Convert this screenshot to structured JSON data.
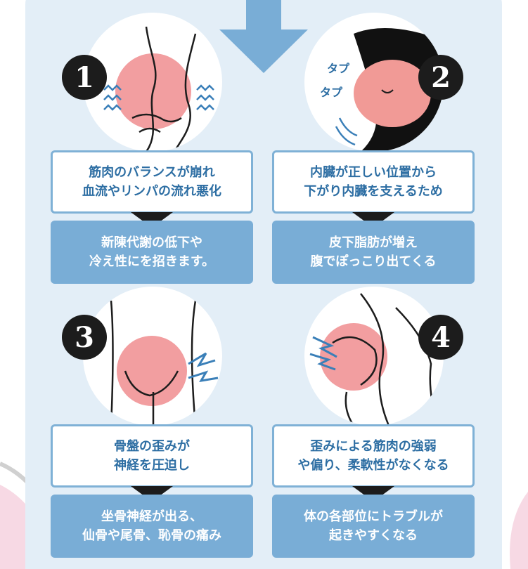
{
  "items": [
    {
      "number": "1",
      "cause_line1": "筋肉のバランスが崩れ",
      "cause_line2": "血流やリンパの流れ悪化",
      "result_line1": "新陳代謝の低下や",
      "result_line2": "冷え性にを招きます。"
    },
    {
      "number": "2",
      "cause_line1": "内臓が正しい位置から",
      "cause_line2": "下がり内臓を支えるため",
      "result_line1": "皮下脂肪が増え",
      "result_line2": "腹でぽっこり出てくる",
      "sound1": "タプ",
      "sound2": "タプ"
    },
    {
      "number": "3",
      "cause_line1": "骨盤の歪みが",
      "cause_line2": "神経を圧迫し",
      "result_line1": "坐骨神経が出る、",
      "result_line2": "仙骨や尾骨、恥骨の痛み"
    },
    {
      "number": "4",
      "cause_line1": "歪みによる筋肉の強弱",
      "cause_line2": "や偏り、柔軟性がなくなる",
      "result_line1": "体の各部位にトラブルが",
      "result_line2": "起きやすくなる"
    }
  ],
  "colors": {
    "panel": "#e3eef7",
    "accent_blue": "#79add6",
    "text_blue": "#2d6ea3",
    "highlight_red": "#ee7d80",
    "dark": "#1c1c1c"
  }
}
